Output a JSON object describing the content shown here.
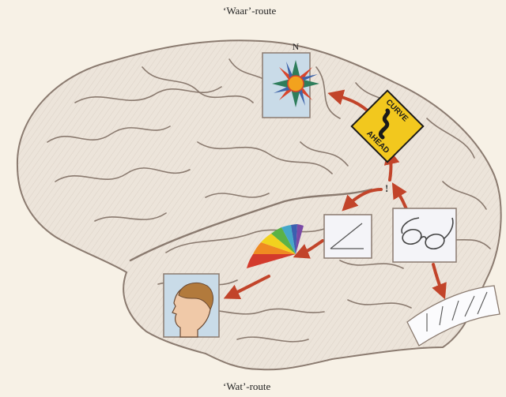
{
  "labels": {
    "top": "‘Waar’-route",
    "bottom": "‘Wat’-route"
  },
  "compass": {
    "north_letter": "N"
  },
  "sign": {
    "line1": "CURVE",
    "line2": "AHEAD"
  },
  "marker": "!",
  "colors": {
    "background": "#f7f1e6",
    "brain_fill": "#ece4da",
    "brain_stroke": "#8a7a6f",
    "arrow": "#c2442a",
    "sign_yellow": "#f2c81e",
    "panel_bg": "#c9dbe8"
  },
  "icons": [
    "compass-icon",
    "curve-ahead-sign-icon",
    "angle-icon",
    "glasses-icon",
    "color-spectrum-icon",
    "head-profile-icon",
    "line-fan-icon"
  ]
}
